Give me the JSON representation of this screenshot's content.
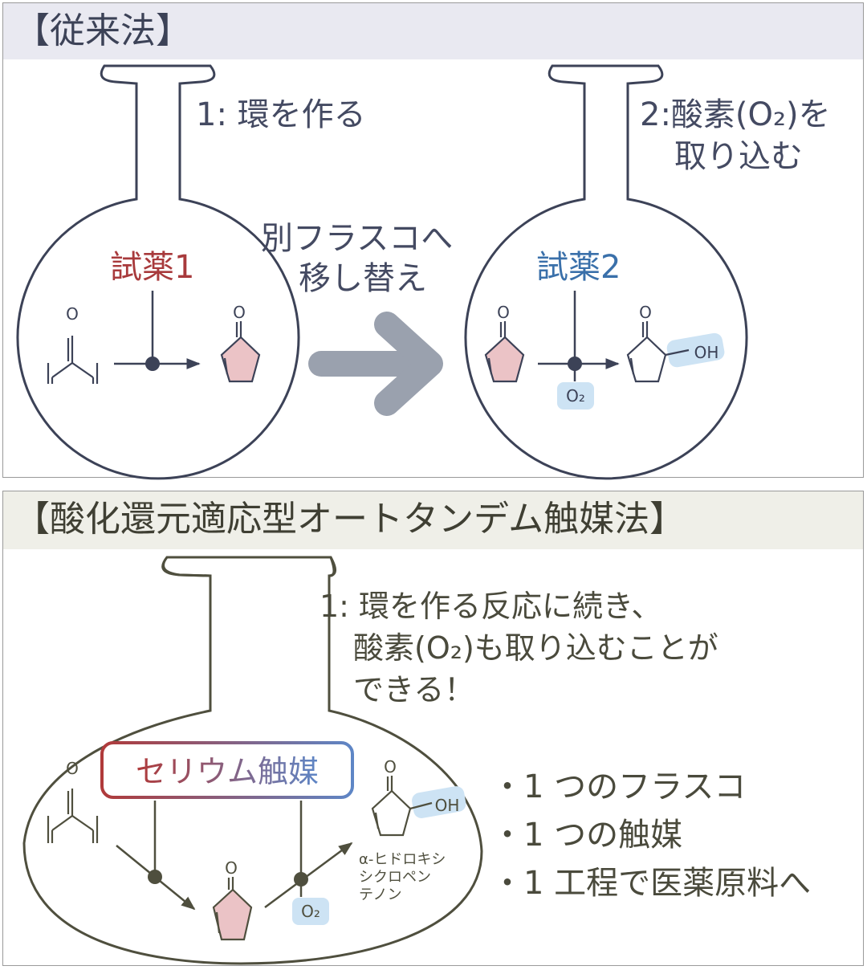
{
  "top": {
    "title": "【従来法】",
    "step1": "1: 環を作る",
    "step2_line1": "2:酸素(O₂)を",
    "step2_line2": "取り込む",
    "transfer_line1": "別フラスコへ",
    "transfer_line2": "移し替え",
    "reagent1": "試薬1",
    "reagent2": "試薬2",
    "o_atom": "O",
    "oh_group": "OH",
    "o2_badge": "O₂"
  },
  "bottom": {
    "title": "【酸化還元適応型オートタンデム触媒法】",
    "desc_line1": "1: 環を作る反応に続き、",
    "desc_line2": "酸素(O₂)も取り込むことが",
    "desc_line3": "できる！",
    "catalyst": "セリウム触媒",
    "o_atom": "O",
    "oh_group": "OH",
    "o2_badge": "O₂",
    "product_line1": "α-ヒドロキシ",
    "product_line2": "シクロペン",
    "product_line3": "テノン",
    "bullets": [
      "・1 つのフラスコ",
      "・1 つの触媒",
      "・1 工程で医薬原料へ"
    ]
  },
  "colors": {
    "reagent1": "#a83a3c",
    "reagent2": "#3a70aa",
    "ring_fill": "#ebc3c6",
    "highlight": "#cde3f4",
    "arrow_gray": "#9aa1ae",
    "top_line": "#3c4257",
    "bottom_line": "#4f4f3e"
  }
}
